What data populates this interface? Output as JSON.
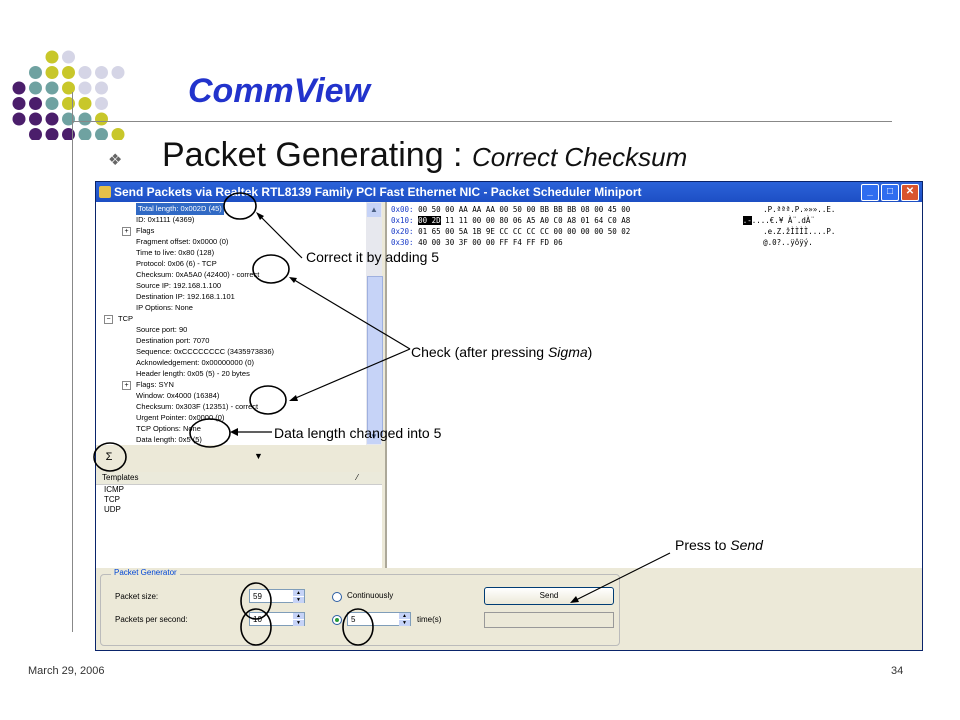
{
  "slide": {
    "title": "CommView",
    "heading": "Packet Generating : ",
    "heading_sub": "Correct Checksum",
    "date": "March 29, 2006",
    "page_number": "34",
    "colors": {
      "title": "#2233cc",
      "dot_olive": "#c8c72a",
      "dot_teal": "#6fa2a1",
      "dot_purple": "#4b1e6b",
      "dot_lavender": "#d5d5e6"
    }
  },
  "window": {
    "title": "Send Packets via  Realtek RTL8139 Family PCI Fast Ethernet NIC - Packet Scheduler Miniport",
    "buttons": {
      "minimize": "_",
      "maximize": "□",
      "close": "✕"
    }
  },
  "tree": [
    {
      "label": "Total length: 0x002D (45)",
      "indent": 1,
      "selected": true
    },
    {
      "label": "ID: 0x1111 (4369)",
      "indent": 1
    },
    {
      "label": "Flags",
      "indent": 1,
      "expander": "+"
    },
    {
      "label": "Fragment offset: 0x0000 (0)",
      "indent": 1
    },
    {
      "label": "Time to live: 0x80 (128)",
      "indent": 1
    },
    {
      "label": "Protocol: 0x06 (6) - TCP",
      "indent": 1
    },
    {
      "label": "Checksum: 0xA5A0 (42400) - correct",
      "indent": 1
    },
    {
      "label": "Source IP: 192.168.1.100",
      "indent": 1
    },
    {
      "label": "Destination IP: 192.168.1.101",
      "indent": 1
    },
    {
      "label": "IP Options: None",
      "indent": 1
    },
    {
      "label": "TCP",
      "indent": 0,
      "expander": "−"
    },
    {
      "label": "Source port: 90",
      "indent": 1
    },
    {
      "label": "Destination port: 7070",
      "indent": 1
    },
    {
      "label": "Sequence: 0xCCCCCCCC (3435973836)",
      "indent": 1
    },
    {
      "label": "Acknowledgement: 0x00000000 (0)",
      "indent": 1
    },
    {
      "label": "Header length: 0x05 (5) - 20 bytes",
      "indent": 1
    },
    {
      "label": "Flags: SYN",
      "indent": 1,
      "expander": "+"
    },
    {
      "label": "Window: 0x4000 (16384)",
      "indent": 1
    },
    {
      "label": "Checksum: 0x303F (12351) - correct",
      "indent": 1
    },
    {
      "label": "Urgent Pointer: 0x0000 (0)",
      "indent": 1
    },
    {
      "label": "TCP Options: None",
      "indent": 1
    },
    {
      "label": "Data length: 0x5 (5)",
      "indent": 1
    }
  ],
  "toolbar": {
    "sigma": "Σ",
    "dropdown": "▼"
  },
  "templates": {
    "header": "Templates",
    "pin": "⁄",
    "items": [
      "ICMP",
      "TCP",
      "UDP"
    ]
  },
  "hex": [
    {
      "addr": "0x00:",
      "bytes": "00 50 00 AA AA AA 00 50 00 BB BB BB 08 00 45 00",
      "ascii": ".P.ªªª.P.»»»..E."
    },
    {
      "addr": "0x10:",
      "hl_bytes": "00 2D",
      "bytes": " 11 11 00 00 80 06 A5 A0 C0 A8 01 64 C0 A8",
      "hl_ascii": ".-",
      "ascii": "....€.¥ À¨.dÀ¨"
    },
    {
      "addr": "0x20:",
      "bytes": "01 65 00 5A 1B 9E CC CC CC CC 00 00 00 00 50 02",
      "ascii": ".e.Z.žÌÌÌÌ....P."
    },
    {
      "addr": "0x30:",
      "bytes": "40 00 30 3F 00 00 FF F4 FF FD 06",
      "ascii": "@.0?..ÿôÿý."
    }
  ],
  "generator": {
    "legend": "Packet Generator",
    "packet_size_label": "Packet size:",
    "packet_size_value": "59",
    "pps_label": "Packets per second:",
    "pps_value": "10",
    "continuously_label": "Continuously",
    "times_value": "5",
    "times_label": "time(s)",
    "send_label": "Send",
    "spin_up": "▲",
    "spin_down": "▼"
  },
  "annotations": {
    "correct_it": "Correct it by adding 5",
    "check_prefix": "Check (after pressing ",
    "check_sigma": "Sigma",
    "check_suffix": ")",
    "data_length": "Data length changed into 5",
    "press_prefix": "Press to ",
    "press_send": "Send"
  }
}
